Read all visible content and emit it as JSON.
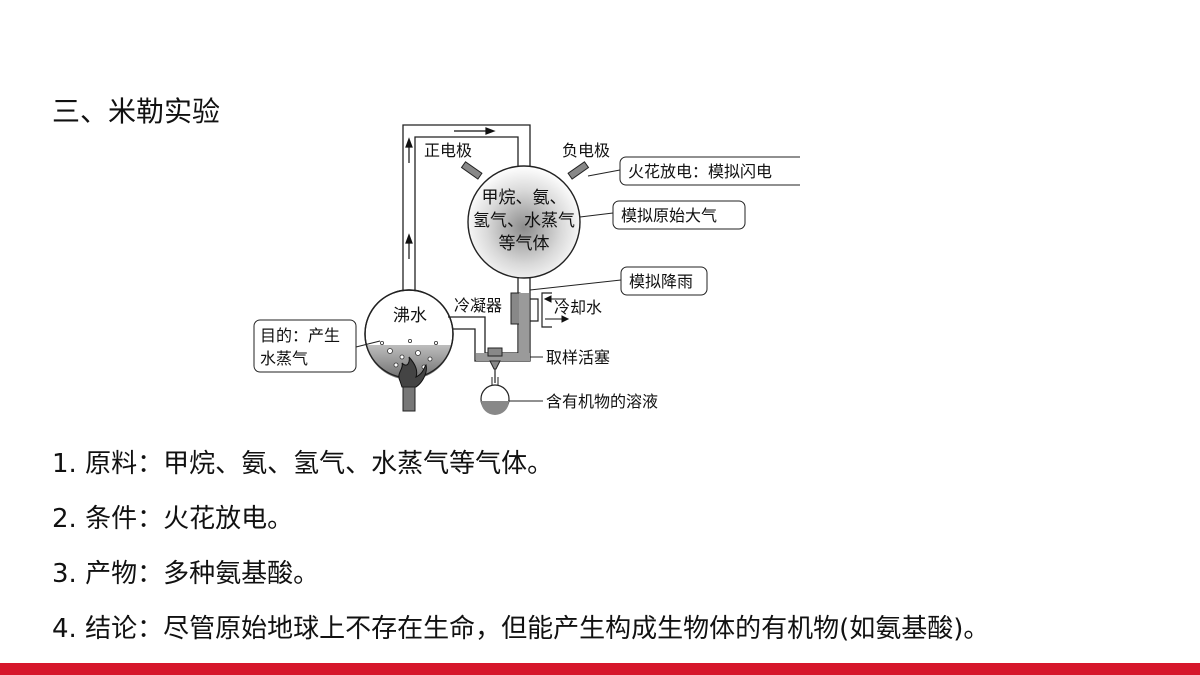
{
  "page": {
    "title": "三、米勒实验",
    "accent_color": "#d6162b"
  },
  "diagram": {
    "positive_electrode": "正电极",
    "negative_electrode": "负电极",
    "flask_gases_line1": "甲烷、氨、",
    "flask_gases_line2": "氢气、水蒸气",
    "flask_gases_line3": "等气体",
    "spark_label": "火花放电：模拟闪电",
    "atmosphere_label": "模拟原始大气",
    "rain_label": "模拟降雨",
    "condenser_label": "冷凝器",
    "cooling_water_label": "冷却水",
    "boiling_water_label": "沸水",
    "purpose_line1": "目的：产生",
    "purpose_line2": "水蒸气",
    "stopcock_label": "取样活塞",
    "solution_label": "含有机物的溶液"
  },
  "items": [
    {
      "num": "1. ",
      "label": "原料",
      "text": "：甲烷、氨、氢气、水蒸气等气体。"
    },
    {
      "num": "2. ",
      "label": "条件",
      "text": "：火花放电。"
    },
    {
      "num": "3. ",
      "label": "产物",
      "text": "：多种氨基酸。"
    },
    {
      "num": "4. ",
      "label": "结论",
      "text": "：尽管原始地球上不存在生命，但能产生构成生物体的有机物(如氨基酸)。"
    }
  ]
}
